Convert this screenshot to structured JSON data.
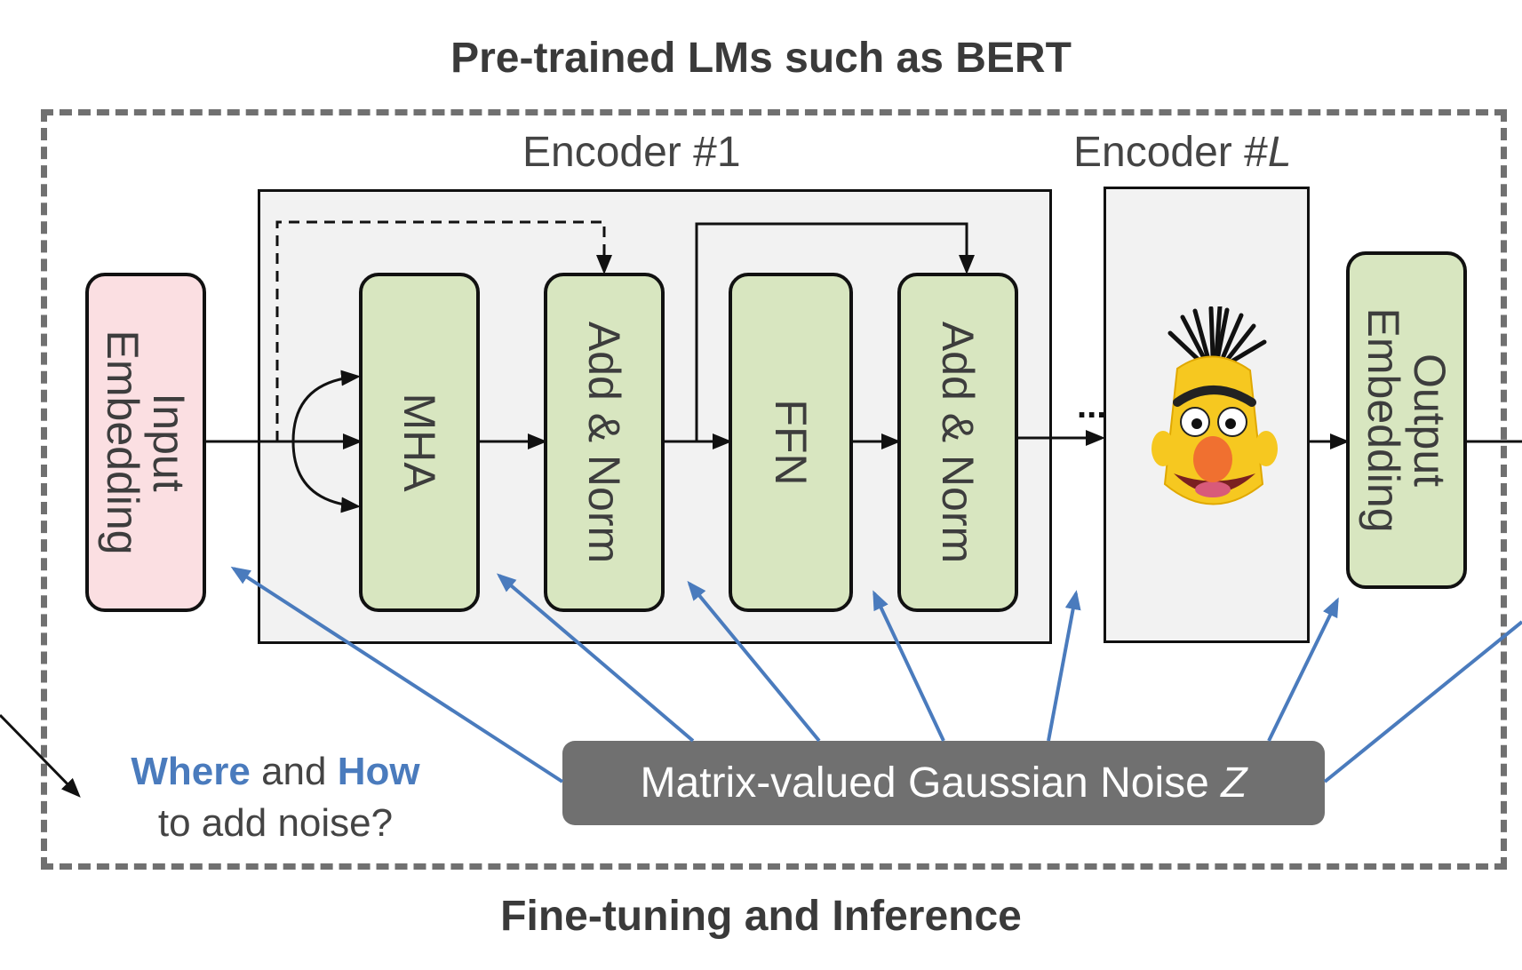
{
  "title_top": "Pre-trained LMs such as BERT",
  "title_bottom": "Fine-tuning and Inference",
  "encoder1": {
    "label": "Encoder #1"
  },
  "encoderL": {
    "label_prefix": "Encoder #",
    "label_var": "L"
  },
  "blocks": {
    "input": "Input\nEmbedding",
    "mha": "MHA",
    "addnorm1": "Add & Norm",
    "ffn": "FFN",
    "addnorm2": "Add & Norm",
    "output": "Output\nEmbedding"
  },
  "ellipsis": "...",
  "noise": {
    "label_prefix": "Matrix-valued Gaussian Noise ",
    "label_var": "Z"
  },
  "question": {
    "where": "Where",
    "and": " and ",
    "how": "How",
    "line2": "to add noise?"
  },
  "colors": {
    "block_green": "#d8e6c0",
    "block_pink": "#fbdfe2",
    "noise_box": "#707070",
    "arrow_blue": "#4a7bbd",
    "encoder_bg": "#f2f2f2"
  },
  "icons": {
    "encoderL_image": "bert-muppet-face"
  }
}
